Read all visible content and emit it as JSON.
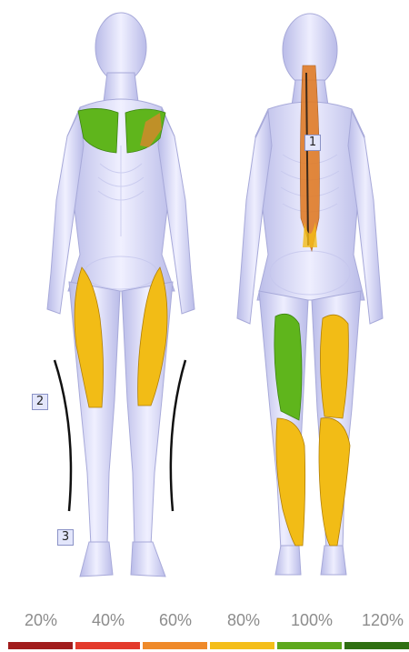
{
  "markers": {
    "m1": "1",
    "m2": "2",
    "m3": "3"
  },
  "scale": {
    "labels": [
      "20%",
      "40%",
      "60%",
      "80%",
      "100%",
      "120%"
    ],
    "colors": [
      "#a11d1d",
      "#e33a2c",
      "#ef8a2a",
      "#f4be1a",
      "#5ea81d",
      "#2f6f12"
    ]
  },
  "muscle_colors": {
    "yellow": "#f2bc16",
    "green": "#5fb51c",
    "orange": "#e07c28"
  },
  "body_color": "#d8d9f5"
}
